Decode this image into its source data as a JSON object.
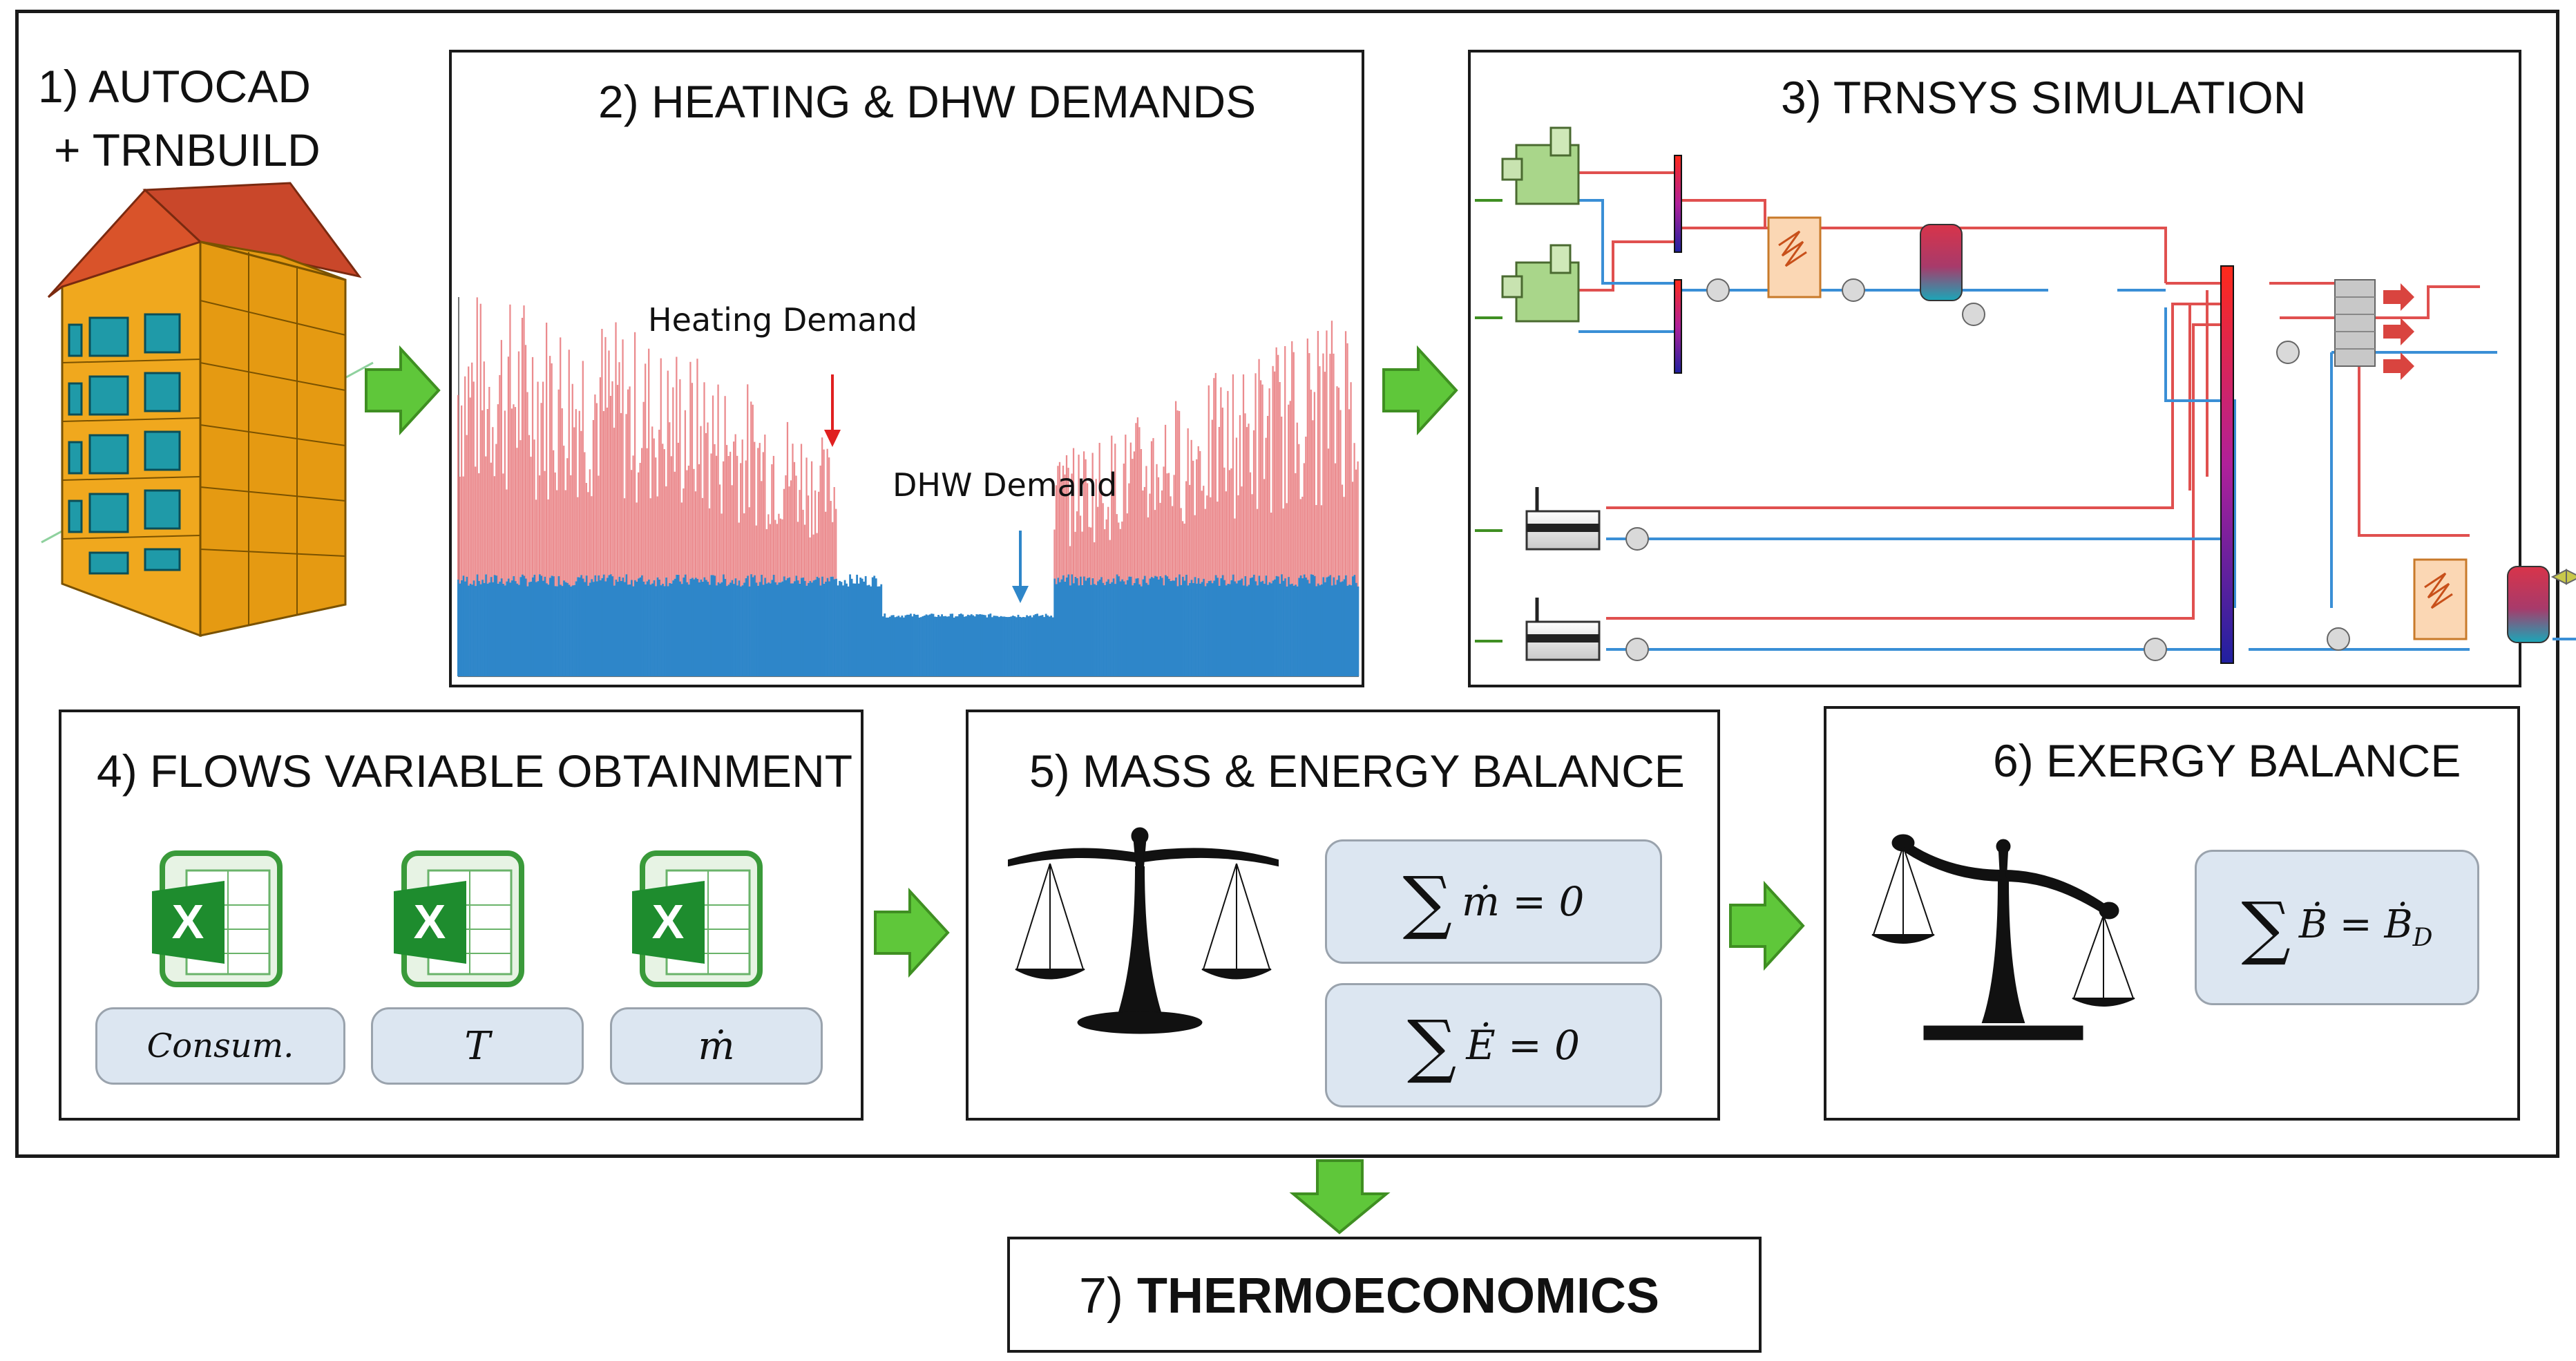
{
  "steps": {
    "s1": {
      "line1": "1) AUTOCAD",
      "line2": "+ TRNBUILD"
    },
    "s2": {
      "title": "2) HEATING & DHW DEMANDS",
      "heating_label": "Heating Demand",
      "dhw_label": "DHW Demand"
    },
    "s3": {
      "title": "3) TRNSYS SIMULATION"
    },
    "s4": {
      "title": "4) FLOWS VARIABLE OBTAINMENT",
      "vars": [
        "Consum.",
        "T",
        "ṁ"
      ]
    },
    "s5": {
      "title": "5) MASS & ENERGY BALANCE",
      "eq1_sum": "∑",
      "eq1_rhs": "ṁ = 0",
      "eq2_sum": "∑",
      "eq2_rhs": "Ė = 0"
    },
    "s6": {
      "title": "6) EXERGY BALANCE",
      "eq_sum": "∑",
      "eq_lhs": "Ḃ = Ḃ",
      "eq_sub": "D"
    },
    "s7": {
      "prefix": "7) ",
      "bold": "THERMOECONOMICS"
    }
  },
  "colors": {
    "arrow": "#5fc73a",
    "arrow_stroke": "#3f8f22",
    "heating": "#e8777a",
    "dhw": "#2e86c9",
    "building": "#f0a81e",
    "roof": "#d9532a",
    "pipe_hot": "#e0504f",
    "pipe_cold": "#3a8fd6",
    "pill": "#dce6f1"
  },
  "icons": [
    "building-icon",
    "excel-icon",
    "scale-icon",
    "boiler-icon",
    "heat-exchanger-icon",
    "storage-tank-icon",
    "pump-icon",
    "heat-pump-icon",
    "radiator-icon"
  ]
}
